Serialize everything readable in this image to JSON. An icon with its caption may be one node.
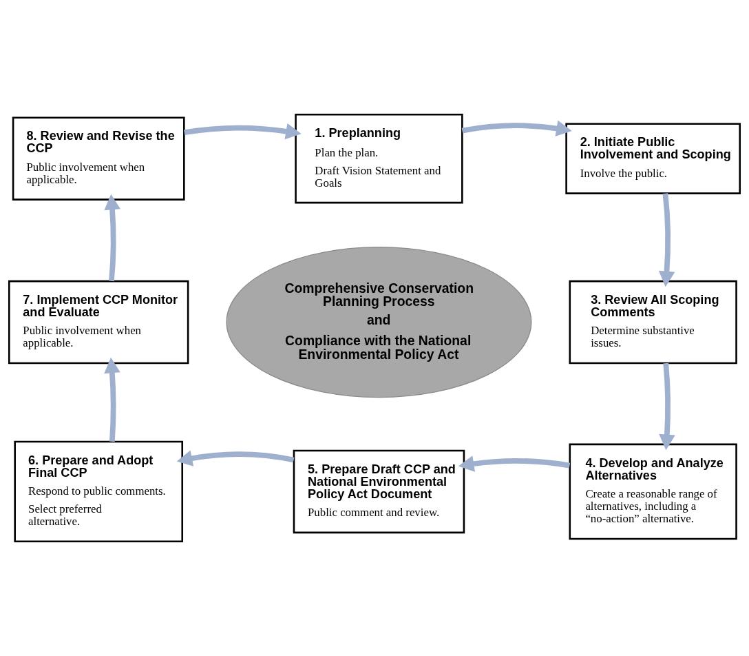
{
  "diagram": {
    "nodes": [
      {
        "text": [
          "1. Preplanning",
          "Plan the plan.",
          "Draft Vision Statement and Goals"
        ]
      },
      {
        "text": [
          "2. Initiate Public Involvement and Scoping",
          "Involve the public."
        ]
      },
      {
        "text": [
          "3. Review All Scoping Comments",
          "Determine substantive issues."
        ]
      },
      {
        "text": [
          "4. Develop and Analyze Alternatives",
          "Create a reasonable range of alternatives, including a “no-action” alternative."
        ]
      },
      {
        "text": [
          "5. Prepare Draft CCP and National Environmental Policy Act Document",
          "Public comment and review."
        ]
      },
      {
        "text": [
          "6. Prepare and Adopt Final CCP",
          "Respond to public comments.",
          "Select preferred alternative."
        ]
      },
      {
        "text": [
          "7. Implement CCP Monitor and Evaluate",
          "Public involvement when applicable."
        ]
      },
      {
        "text": [
          "8. Review and Revise the CCP",
          "Public involvement when applicable."
        ]
      },
      {
        "text": [
          "Comprehensive Conservation Planning Process",
          "and",
          "Compliance with the National Environmental Policy Act"
        ]
      }
    ],
    "edges": [
      {
        "from": 0,
        "to": 1,
        "arrow": "to"
      },
      {
        "from": 1,
        "to": 2,
        "arrow": "to"
      },
      {
        "from": 2,
        "to": 3,
        "arrow": "to"
      },
      {
        "from": 3,
        "to": 4,
        "arrow": "to"
      },
      {
        "from": 4,
        "to": 5,
        "arrow": "to"
      },
      {
        "from": 5,
        "to": 6,
        "arrow": "to"
      },
      {
        "from": 6,
        "to": 7,
        "arrow": "to"
      },
      {
        "from": 7,
        "to": 0,
        "arrow": "to"
      }
    ]
  }
}
